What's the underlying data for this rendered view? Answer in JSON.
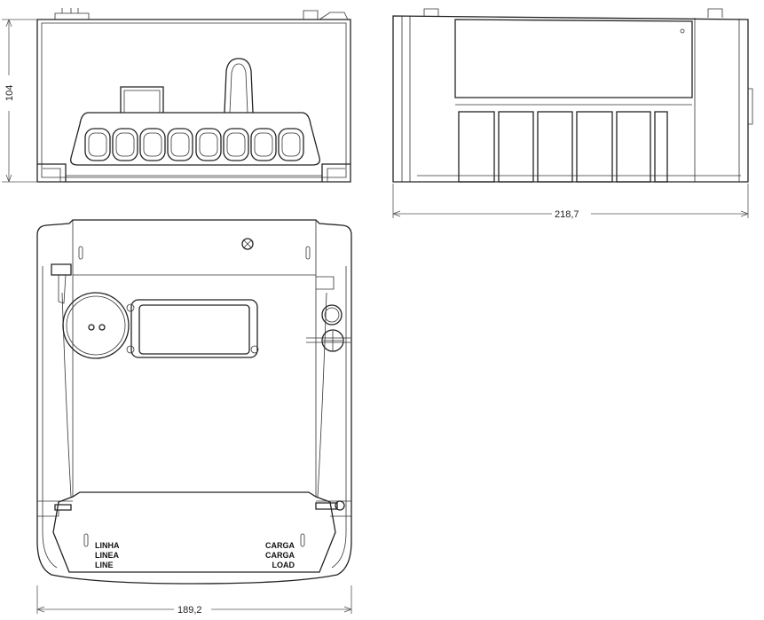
{
  "dimensions": {
    "height": "104",
    "length": "218,7",
    "width": "189,2"
  },
  "terminal_labels": {
    "line": [
      "LINHA",
      "LINEA",
      "LINE"
    ],
    "load": [
      "CARGA",
      "CARGA",
      "LOAD"
    ]
  },
  "colors": {
    "line": "#222222",
    "background": "#ffffff"
  }
}
